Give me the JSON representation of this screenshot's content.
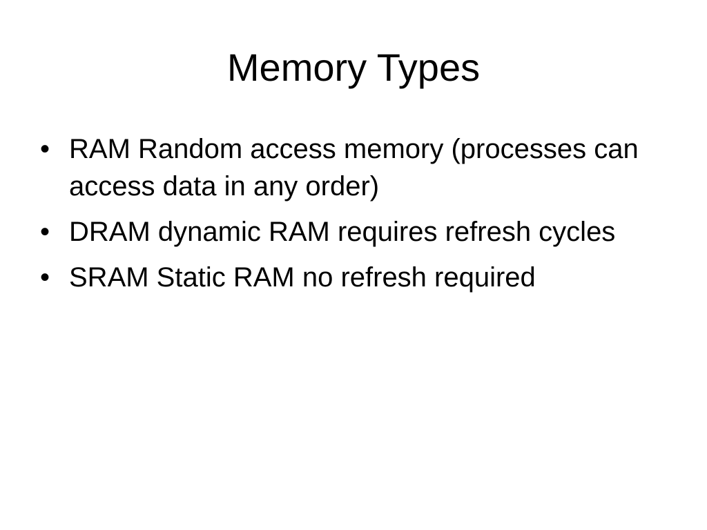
{
  "slide": {
    "title": "Memory Types",
    "bullets": [
      {
        "marker": "•",
        "text": "RAM Random access memory (processes can access data in any order)"
      },
      {
        "marker": "•",
        "text": "DRAM dynamic RAM requires refresh cycles"
      },
      {
        "marker": "•",
        "text": "SRAM Static RAM no refresh required"
      }
    ]
  }
}
